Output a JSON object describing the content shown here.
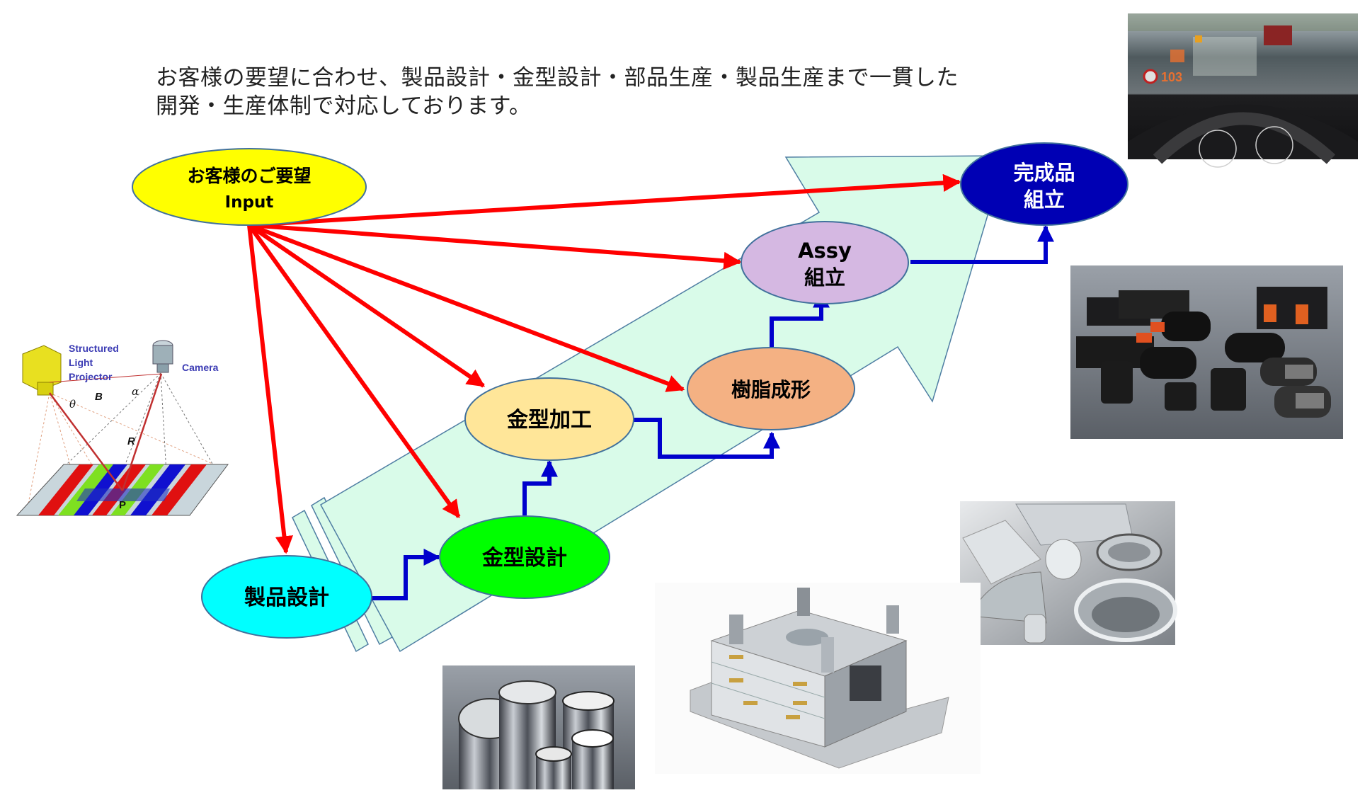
{
  "intro": {
    "line1": "お客様の要望に合わせ、製品設計・金型設計・部品生産・製品生産まで一貫した",
    "line2": "開発・生産体制で対応しております。"
  },
  "nodes": {
    "input": {
      "line1": "お客様のご要望",
      "line2": "Input",
      "fill": "#ffff00",
      "text_color": "#000000"
    },
    "product_design": {
      "label": "製品設計",
      "fill": "#00ffff",
      "text_color": "#000000"
    },
    "mold_design": {
      "label": "金型設計",
      "fill": "#00ff00",
      "text_color": "#000000"
    },
    "mold_machining": {
      "label": "金型加工",
      "fill": "#ffe699",
      "text_color": "#000000"
    },
    "resin_molding": {
      "label": "樹脂成形",
      "fill": "#f4b183",
      "text_color": "#000000"
    },
    "assy": {
      "line1": "Assy",
      "line2": "組立",
      "fill": "#d5b8e2",
      "text_color": "#000000"
    },
    "final_assembly": {
      "line1": "完成品",
      "line2": "組立",
      "fill": "#0000b4",
      "text_color": "#ffffff"
    }
  },
  "colors": {
    "big_arrow_fill": "#d9fbe9",
    "big_arrow_stroke": "#4f7ea3",
    "input_arrows": "#ff0000",
    "flow_arrows": "#0000cc",
    "node_stroke": "#41719c"
  },
  "structured_light": {
    "label_projector": [
      "Structured",
      "Light",
      "Projector"
    ],
    "label_camera": "Camera",
    "label_B": "B",
    "label_theta": "θ",
    "label_alpha": "α",
    "label_R": "R",
    "label_P": "P"
  },
  "photos": {
    "hud": "head-up display photo",
    "camera_modules": "camera lens modules photo",
    "optical_lenses": "optical lenses photo",
    "mold": "injection mold photo",
    "mold_cores": "mold core inserts photo"
  }
}
